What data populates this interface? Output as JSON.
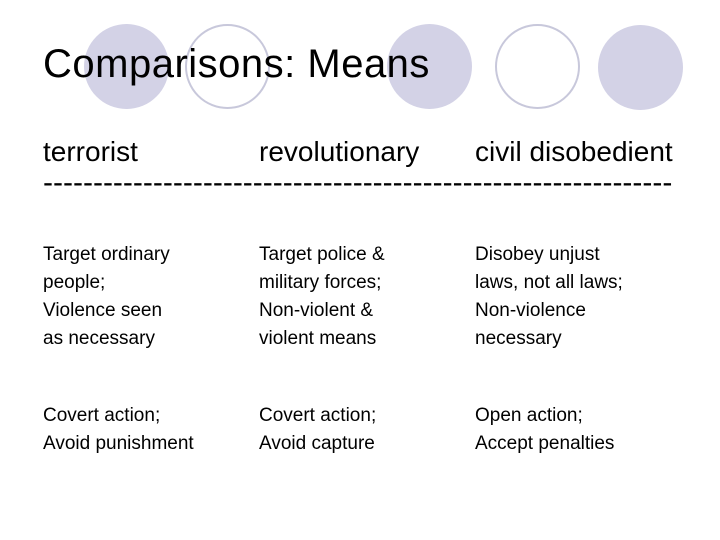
{
  "slide": {
    "title": "Comparisons: Means",
    "divider": "---------------------------------------------------------------",
    "columns": [
      {
        "header": "terrorist",
        "block1": "Target ordinary\npeople;\nViolence seen\nas necessary",
        "block2": "Covert action;\nAvoid punishment"
      },
      {
        "header": "revolutionary",
        "block1": "Target police &\nmilitary forces;\nNon-violent &\nviolent means",
        "block2": "Covert action;\nAvoid capture"
      },
      {
        "header": "civil disobedient",
        "block1": "Disobey unjust\nlaws, not all laws;\nNon-violence\nnecessary",
        "block2": "Open action;\nAccept penalties"
      }
    ],
    "palette": {
      "background": "#FFFFFF",
      "text": "#000000",
      "circle_fill": "#D3D2E6",
      "circle_ring": "#C8C8DB"
    },
    "decor_circle_pattern": [
      "filled",
      "outlined",
      "filled",
      "outlined",
      "filled"
    ]
  }
}
